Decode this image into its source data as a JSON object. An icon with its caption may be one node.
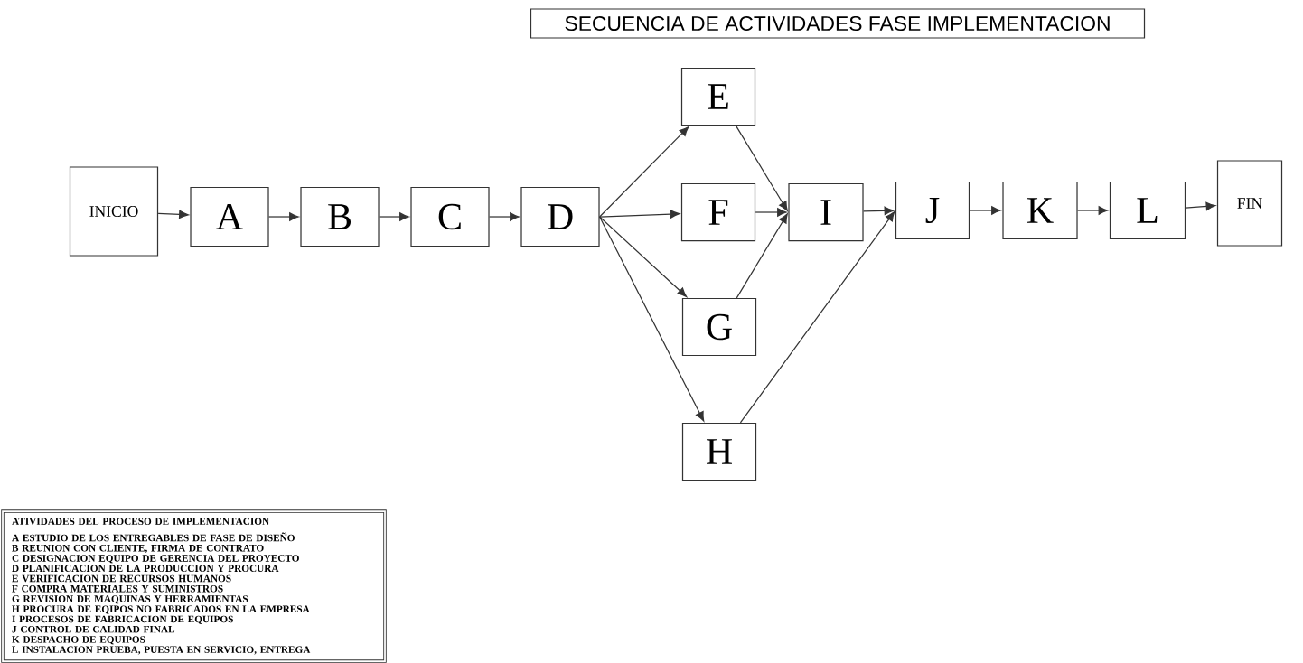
{
  "diagram": {
    "title": "SECUENCIA DE ACTIVIDADES FASE IMPLEMENTACION",
    "nodes": [
      {
        "text": [
          "INICIO"
        ]
      },
      {
        "text": [
          "A"
        ]
      },
      {
        "text": [
          "B"
        ]
      },
      {
        "text": [
          "C"
        ]
      },
      {
        "text": [
          "D"
        ]
      },
      {
        "text": [
          "E"
        ]
      },
      {
        "text": [
          "F"
        ]
      },
      {
        "text": [
          "G"
        ]
      },
      {
        "text": [
          "H"
        ]
      },
      {
        "text": [
          "I"
        ]
      },
      {
        "text": [
          "J"
        ]
      },
      {
        "text": [
          "K"
        ]
      },
      {
        "text": [
          "L"
        ]
      },
      {
        "text": [
          "FIN"
        ]
      },
      {
        "text": [
          "ATIVIDADES DEL PROCESO DE IMPLEMENTACION",
          "A ESTUDIO DE LOS ENTREGABLES DE FASE DE DISEÑO",
          "B REUNION CON CLIENTE, FIRMA DE CONTRATO",
          "C DESIGNACION EQUIPO DE GERENCIA DEL PROYECTO",
          "D PLANIFICACION DE LA PRODUCCION Y PROCURA",
          "E VERIFICACION DE RECURSOS HUMANOS",
          "F COMPRA MATERIALES Y SUMINISTROS",
          "G REVISION DE MAQUINAS Y HERRAMIENTAS",
          "H PROCURA DE EQIPOS NO FABRICADOS EN LA EMPRESA",
          "I PROCESOS DE FABRICACION DE EQUIPOS",
          "J CONTROL DE CALIDAD FINAL",
          "K DESPACHO DE EQUIPOS",
          "L INSTALACION PRUEBA, PUESTA EN SERVICIO, ENTREGA"
        ]
      }
    ],
    "edges": [
      {
        "from": 0,
        "to": 1,
        "arrow": "to"
      },
      {
        "from": 1,
        "to": 2,
        "arrow": "to"
      },
      {
        "from": 2,
        "to": 3,
        "arrow": "to"
      },
      {
        "from": 3,
        "to": 4,
        "arrow": "to"
      },
      {
        "from": 4,
        "to": 5,
        "arrow": "to"
      },
      {
        "from": 4,
        "to": 6,
        "arrow": "to"
      },
      {
        "from": 4,
        "to": 7,
        "arrow": "to"
      },
      {
        "from": 4,
        "to": 8,
        "arrow": "to"
      },
      {
        "from": 5,
        "to": 9,
        "arrow": "to"
      },
      {
        "from": 6,
        "to": 9,
        "arrow": "to"
      },
      {
        "from": 7,
        "to": 9,
        "arrow": "to"
      },
      {
        "from": 9,
        "to": 10,
        "arrow": "to"
      },
      {
        "from": 8,
        "to": 10,
        "arrow": "to"
      },
      {
        "from": 10,
        "to": 11,
        "arrow": "to"
      },
      {
        "from": 11,
        "to": 12,
        "arrow": "to"
      },
      {
        "from": 12,
        "to": 13,
        "arrow": "to"
      }
    ]
  }
}
